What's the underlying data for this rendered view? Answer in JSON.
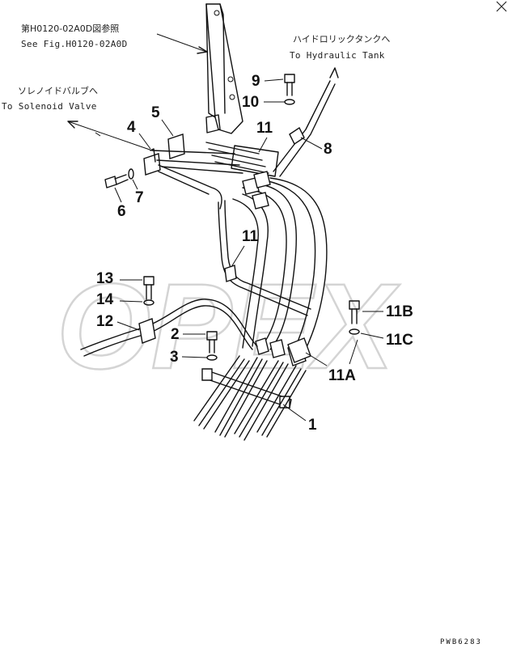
{
  "diagram": {
    "references": {
      "fig_ref_jp": "第H0120-02A0D図参照",
      "fig_ref_en": "See Fig.H0120-02A0D",
      "solenoid_jp": "ソレノイドバルブへ",
      "solenoid_en": "To Solenoid Valve",
      "tank_jp": "ハイドロリックタンクへ",
      "tank_en": "To Hydraulic Tank"
    },
    "callouts": {
      "c1": "1",
      "c2": "2",
      "c3": "3",
      "c4": "4",
      "c5": "5",
      "c6": "6",
      "c7": "7",
      "c8": "8",
      "c9": "9",
      "c10": "10",
      "c11_upper": "11",
      "c11_lower": "11",
      "c11a": "11A",
      "c11b": "11B",
      "c11c": "11C",
      "c12": "12",
      "c13": "13",
      "c14": "14"
    },
    "drawing_code": "PWB6283",
    "watermark": "OPEX"
  }
}
